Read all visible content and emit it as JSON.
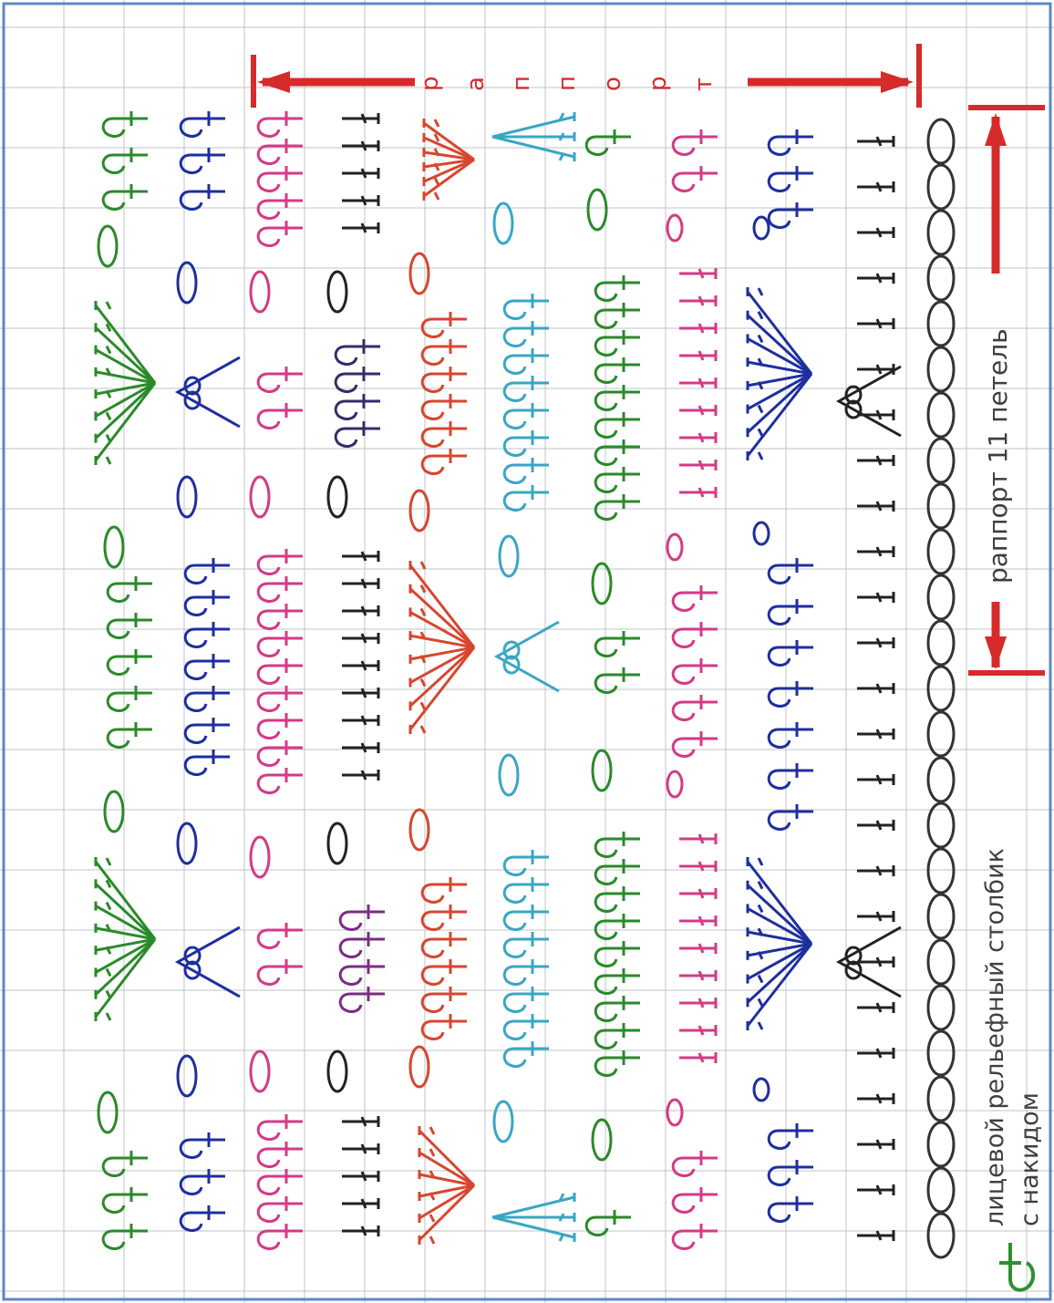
{
  "labels": {
    "top_rapport_letters": [
      "р",
      "а",
      "п",
      "п",
      "о",
      "р",
      "т"
    ],
    "right_rapport": "раппорт 11 петель",
    "legend_line1": "лицевой рельефный столбик",
    "legend_line2": "с накидом"
  },
  "legend": {
    "symbol": "fpdc-icon"
  },
  "colors": {
    "grid": "#bfc3c7",
    "border": "#5b89c6",
    "rapport_arrow": "#d62b2b",
    "chain": "#333333",
    "row_dark": "#222222",
    "row_blue": "#1e2f9e",
    "row_pink": "#d43a86",
    "row_green": "#2a8a2a",
    "row_cyan": "#3aa6c4",
    "row_red": "#d7462f",
    "row_violet": "#7a2c84",
    "legend_green": "#2f8f2f"
  }
}
